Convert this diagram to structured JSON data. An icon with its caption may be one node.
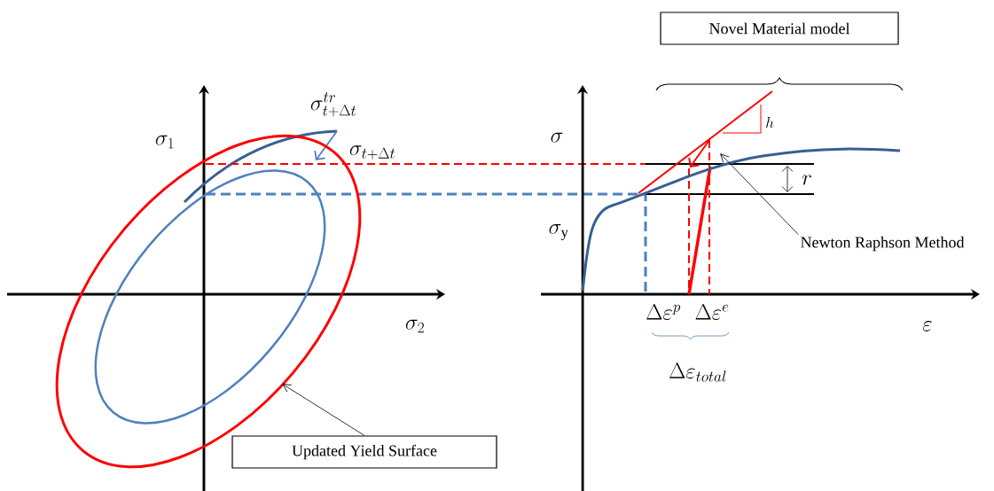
{
  "diagram": {
    "nodes": [
      {
        "text": [
          "Novel Material model"
        ]
      },
      {
        "text": [
          "Updated Yield Surface"
        ]
      },
      {
        "text": [
          "Newton Raphson Method"
        ]
      },
      {
        "text": [],
        "shape": "circle"
      }
    ],
    "edges": [
      {
        "from": 1,
        "to": 3,
        "arrow": "to"
      },
      {
        "from": 2,
        "to": null,
        "arrow": "to"
      }
    ],
    "labels": [
      "\\sigma^{tr}_{t+\\Delta t}",
      "\\sigma_1",
      "\\sigma_{t+\\Delta t}",
      "\\sigma_2",
      "h",
      "\\sigma",
      "r",
      "\\sigma_{\\mathrm{y}}",
      "\\Delta\\varepsilon^{p}",
      "\\Delta\\varepsilon^{e}",
      "\\varepsilon",
      "\\Delta\\varepsilon_{total}"
    ]
  }
}
